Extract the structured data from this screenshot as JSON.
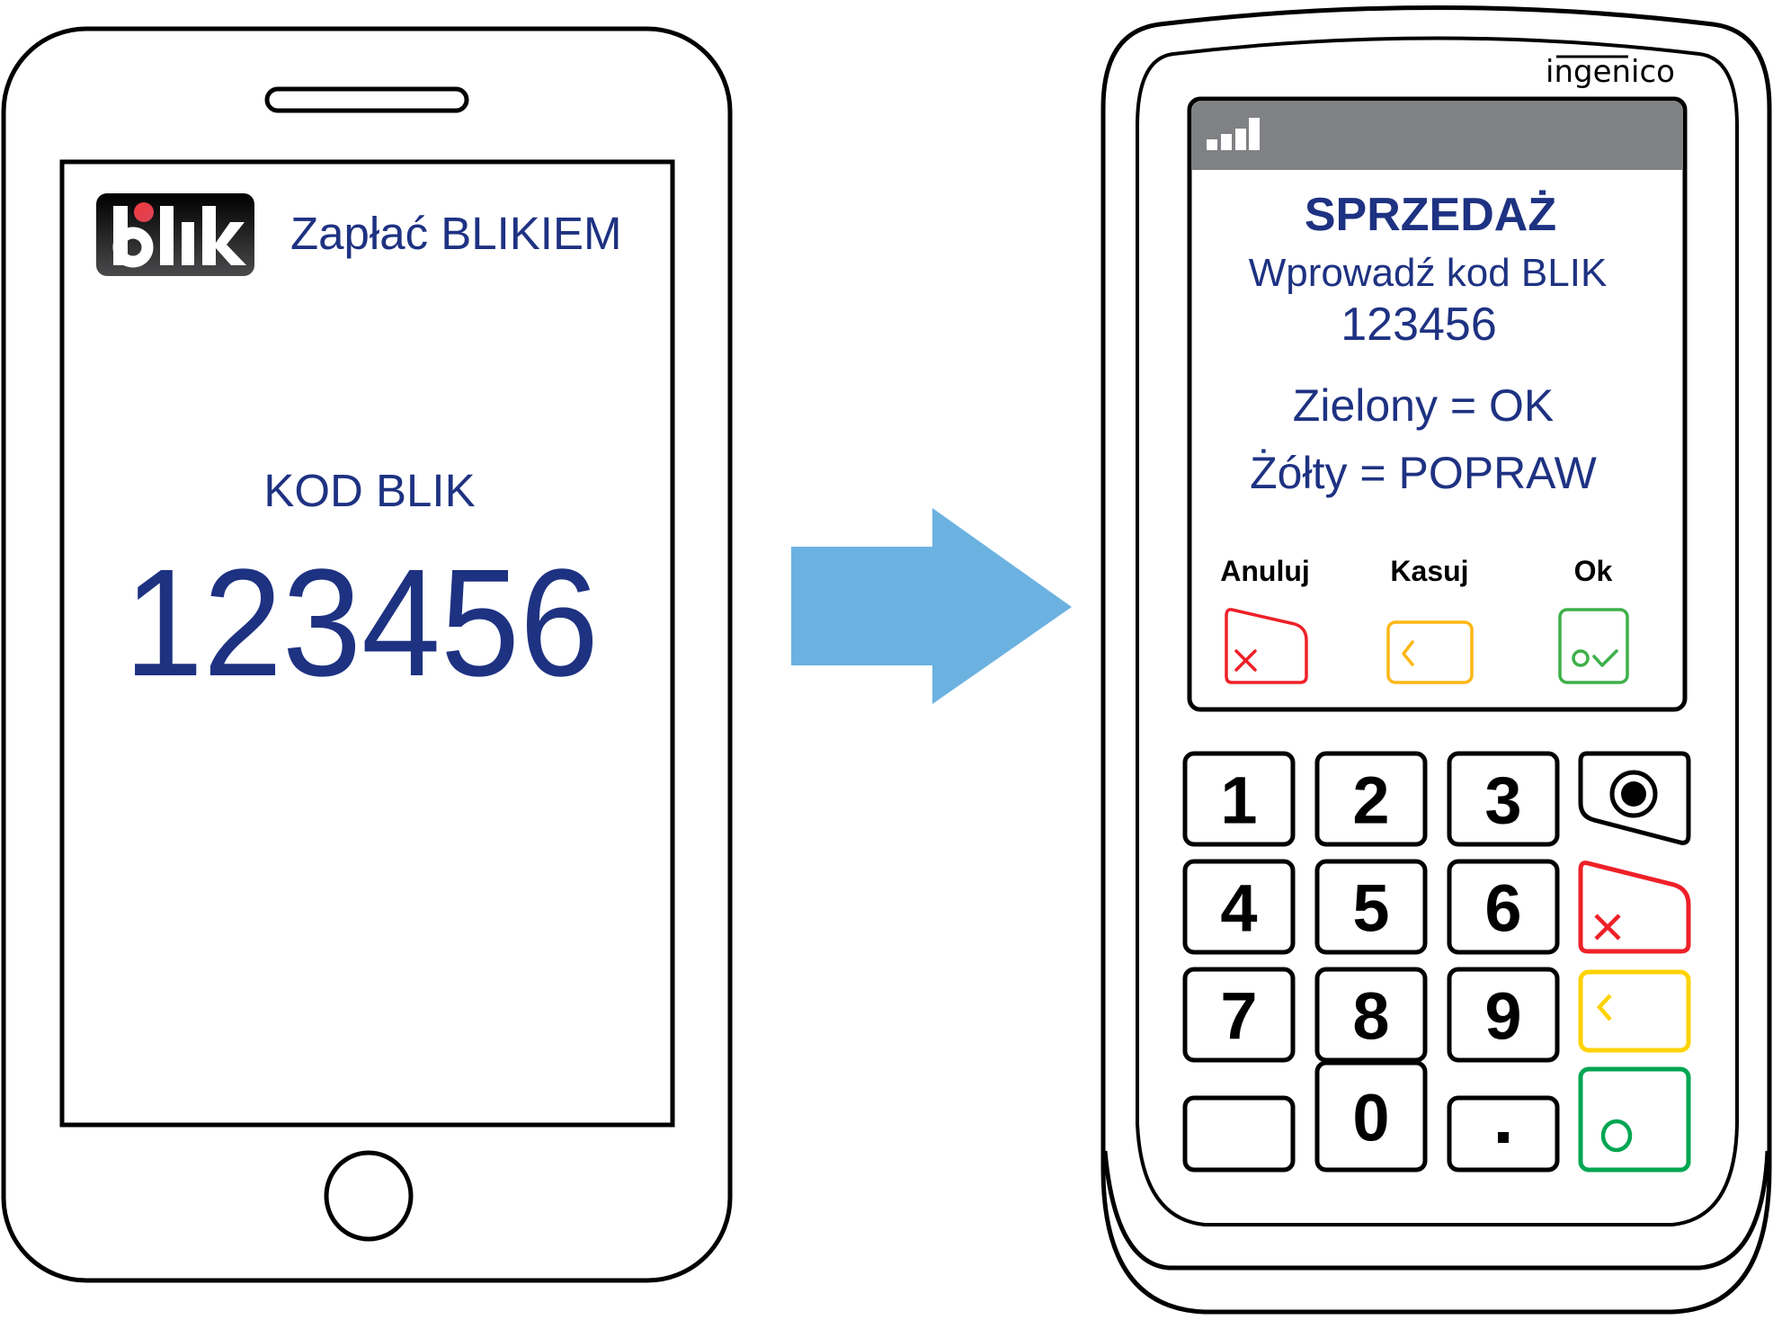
{
  "phone": {
    "app_logo": "blik",
    "app_title": "Zapłać BLIKIEM",
    "code_label": "KOD BLIK",
    "code_value": "123456",
    "icons": [
      "speaker-slot-icon",
      "home-button-icon",
      "blik-logo-icon"
    ]
  },
  "arrow": {
    "direction": "right",
    "color": "#6BB2E1"
  },
  "terminal": {
    "brand": "ingenico",
    "screen": {
      "signal_icon": "signal-bars-icon",
      "title": "SPRZEDAŻ",
      "prompt": "Wprowadź kod BLIK",
      "entered_code": "123456",
      "legend_green": "Zielony = OK",
      "legend_yellow": "Żółty = POPRAW",
      "soft_keys": [
        {
          "label": "Anuluj",
          "icon": "cancel-x-icon",
          "color": "#EE2028"
        },
        {
          "label": "Kasuj",
          "icon": "backspace-chevron-icon",
          "color": "#FDB714"
        },
        {
          "label": "Ok",
          "icon": "ok-check-icon",
          "color": "#3DB049"
        }
      ]
    },
    "keypad": {
      "digits": [
        "1",
        "2",
        "3",
        "4",
        "5",
        "6",
        "7",
        "8",
        "9",
        "",
        "0",
        "·"
      ],
      "function_keys": [
        {
          "name": "contactless-key",
          "icon": "contactless-dot-icon",
          "color": "#000000"
        },
        {
          "name": "cancel-key",
          "icon": "cancel-x-icon",
          "color": "#EE2028"
        },
        {
          "name": "correction-key",
          "icon": "backspace-chevron-icon",
          "color": "#FFD200"
        },
        {
          "name": "enter-key",
          "icon": "circle-o-icon",
          "color": "#00A651"
        }
      ]
    }
  },
  "colors": {
    "text_blue": "#1E3282",
    "screen_header_gray": "#808184"
  }
}
